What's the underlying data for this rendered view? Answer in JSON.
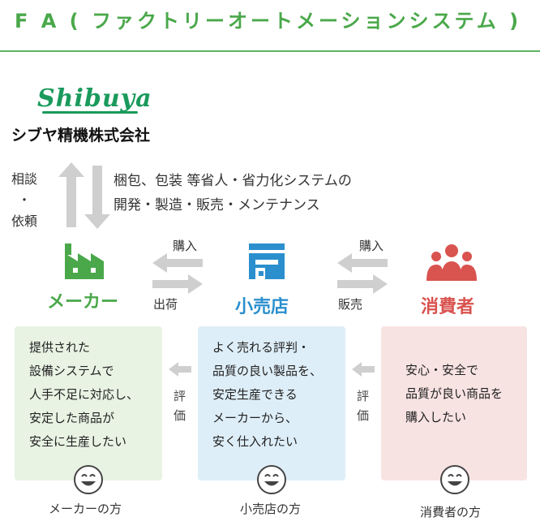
{
  "header": {
    "title": "F A ( ファクトリーオートメーションシステム )"
  },
  "company": {
    "logo_text": "Shibuya",
    "name": "シブヤ精機株式会社"
  },
  "company_link": {
    "left_label": "相談\n・\n依頼",
    "services_line1": "梱包、包装 等省人・省力化システムの",
    "services_line2": "開発・製造・販売・メンテナンス"
  },
  "flows": {
    "buy1": "購入",
    "ship": "出荷",
    "buy2": "購入",
    "sell": "販売",
    "eval1": "評\n価",
    "eval2": "評\n価"
  },
  "roles": {
    "maker": {
      "label": "メーカー",
      "color": "#4aa84a",
      "icon": "factory-icon"
    },
    "retailer": {
      "label": "小売店",
      "color": "#2b8fce",
      "icon": "store-icon"
    },
    "consumer": {
      "label": "消費者",
      "color": "#d9534f",
      "icon": "people-icon"
    }
  },
  "cards": {
    "maker": {
      "bg": "#e8f3e4",
      "lines": [
        "提供された",
        "設備システムで",
        "人手不足に対応し、",
        "安定した商品が",
        "安全に生産したい"
      ],
      "footer": "メーカーの方"
    },
    "retailer": {
      "bg": "#deeef8",
      "lines": [
        "よく売れる評判・",
        "品質の良い製品を、",
        "安定生産できる",
        "メーカーから、",
        "安く仕入れたい"
      ],
      "footer": "小売店の方"
    },
    "consumer": {
      "bg": "#f8e3e3",
      "lines": [
        "安心・安全で",
        "品質が良い商品を",
        "購入したい"
      ],
      "footer": "消費者の方"
    }
  },
  "colors": {
    "green": "#4aa84a",
    "blue": "#2b8fce",
    "red": "#d9534f",
    "arrow_gray": "#cfcfcf"
  }
}
